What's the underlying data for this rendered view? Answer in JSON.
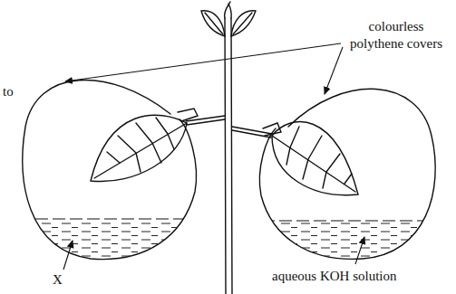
{
  "diagram": {
    "labels": [
      "to",
      "colourless polythene covers",
      "aqueous KOH solution",
      "X"
    ]
  }
}
